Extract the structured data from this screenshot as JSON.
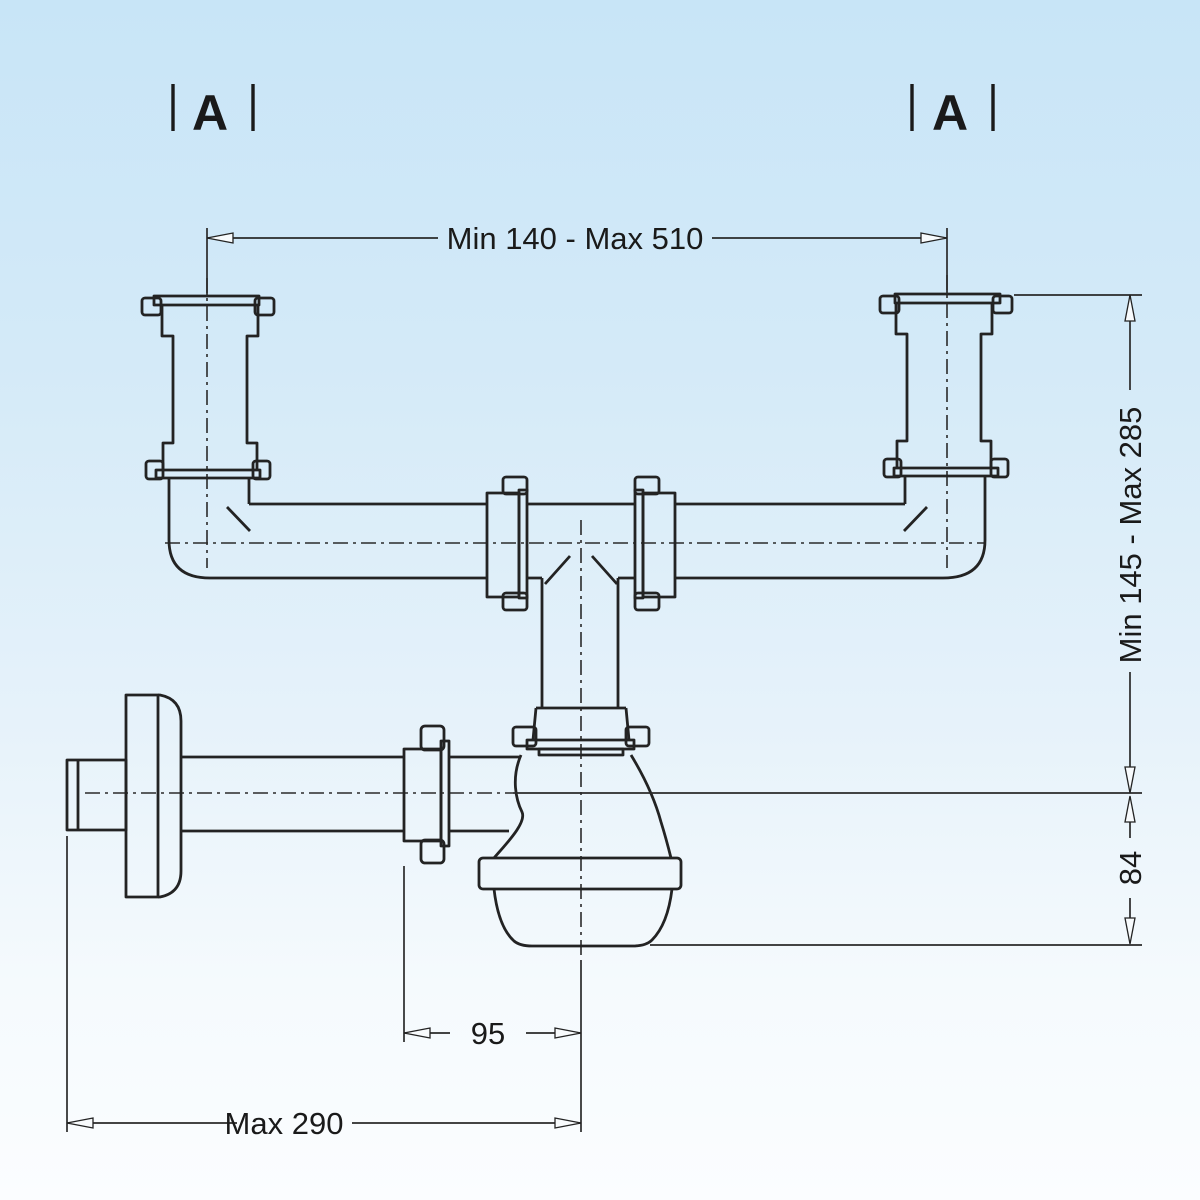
{
  "labels": {
    "section_left": "A",
    "section_right": "A",
    "dim_width_top": "Min 140 - Max 510",
    "dim_height_right": "Min 145 - Max 285",
    "dim_trap_depth": "84",
    "dim_offset": "95",
    "dim_outlet": "Max 290"
  },
  "colors": {
    "background_top": "#c8e5f7",
    "background_bottom": "#fbfdff",
    "line_color": "#232323"
  }
}
